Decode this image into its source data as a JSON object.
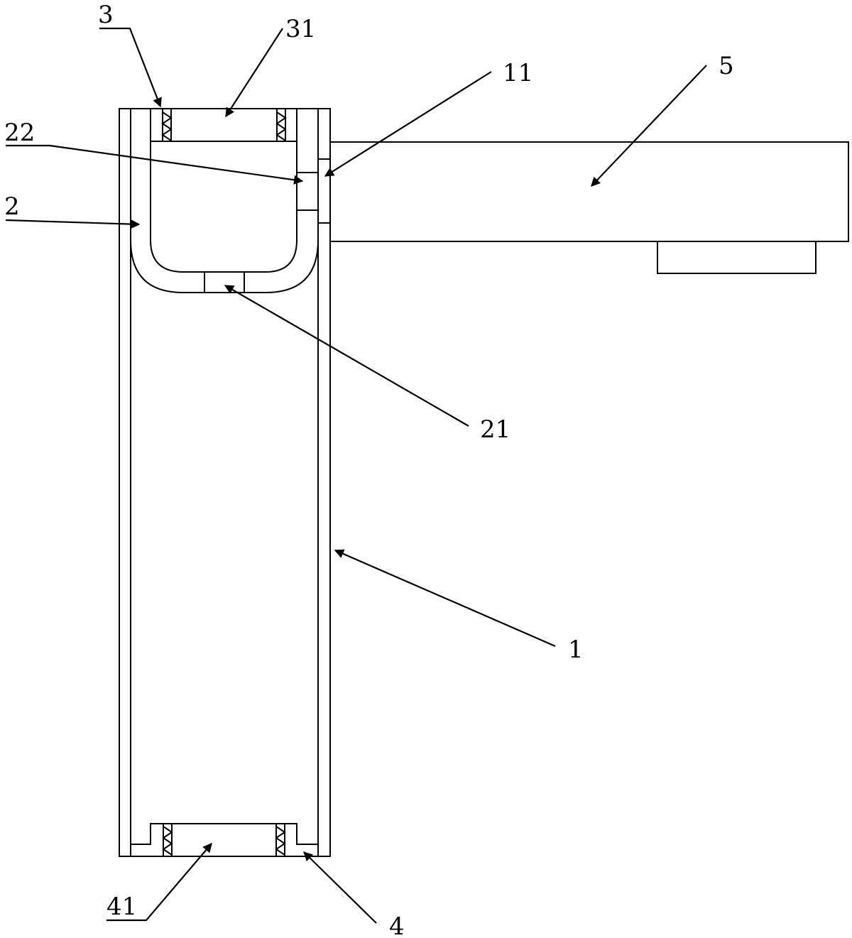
{
  "labels": {
    "l1": "1",
    "l2": "2",
    "l3": "3",
    "l4": "4",
    "l5": "5",
    "l11": "11",
    "l21": "21",
    "l22": "22",
    "l31": "31",
    "l41": "41"
  },
  "colors": {
    "line": "#000000",
    "background": "#ffffff"
  }
}
